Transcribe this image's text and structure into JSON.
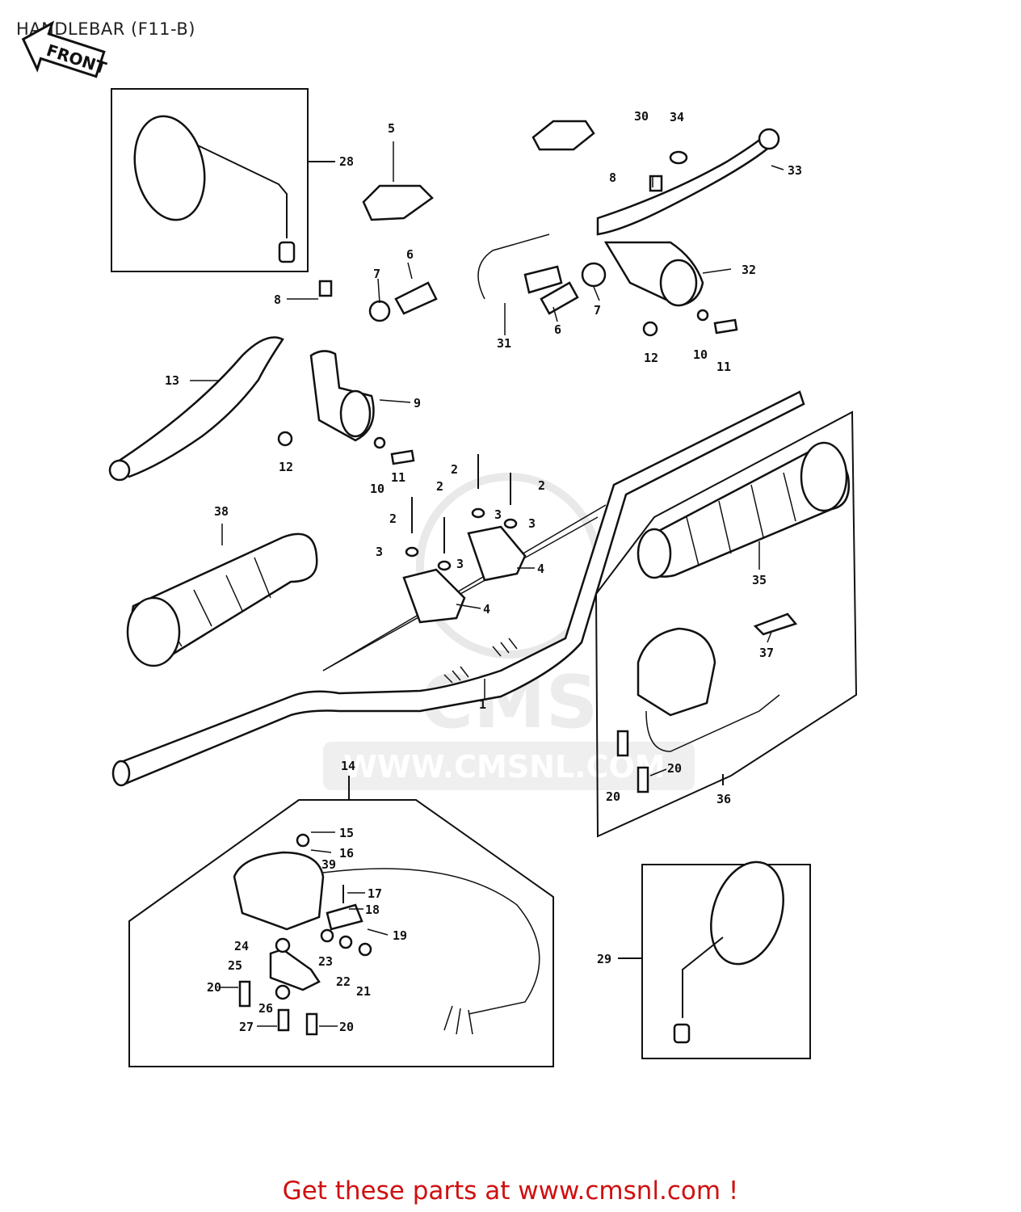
{
  "title": "HANDLEBAR (F11-B)",
  "front_arrow_label": "FRONT",
  "watermark": {
    "logo_text": "CMS",
    "url": "WWW.CMSNL.COM"
  },
  "footer_cta": "Get these parts at www.cmsnl.com !",
  "colors": {
    "cta": "#d01010",
    "ink": "#111111",
    "watermark": "#dddddd"
  },
  "callouts": [
    "1",
    "2",
    "2",
    "2",
    "2",
    "3",
    "3",
    "3",
    "3",
    "4",
    "4",
    "5",
    "6",
    "6",
    "7",
    "7",
    "8",
    "8",
    "9",
    "10",
    "10",
    "11",
    "11",
    "12",
    "12",
    "13",
    "14",
    "15",
    "16",
    "17",
    "18",
    "19",
    "20",
    "20",
    "20",
    "20",
    "21",
    "22",
    "23",
    "24",
    "25",
    "26",
    "27",
    "28",
    "29",
    "30",
    "31",
    "32",
    "33",
    "34",
    "35",
    "36",
    "37",
    "38",
    "39"
  ]
}
